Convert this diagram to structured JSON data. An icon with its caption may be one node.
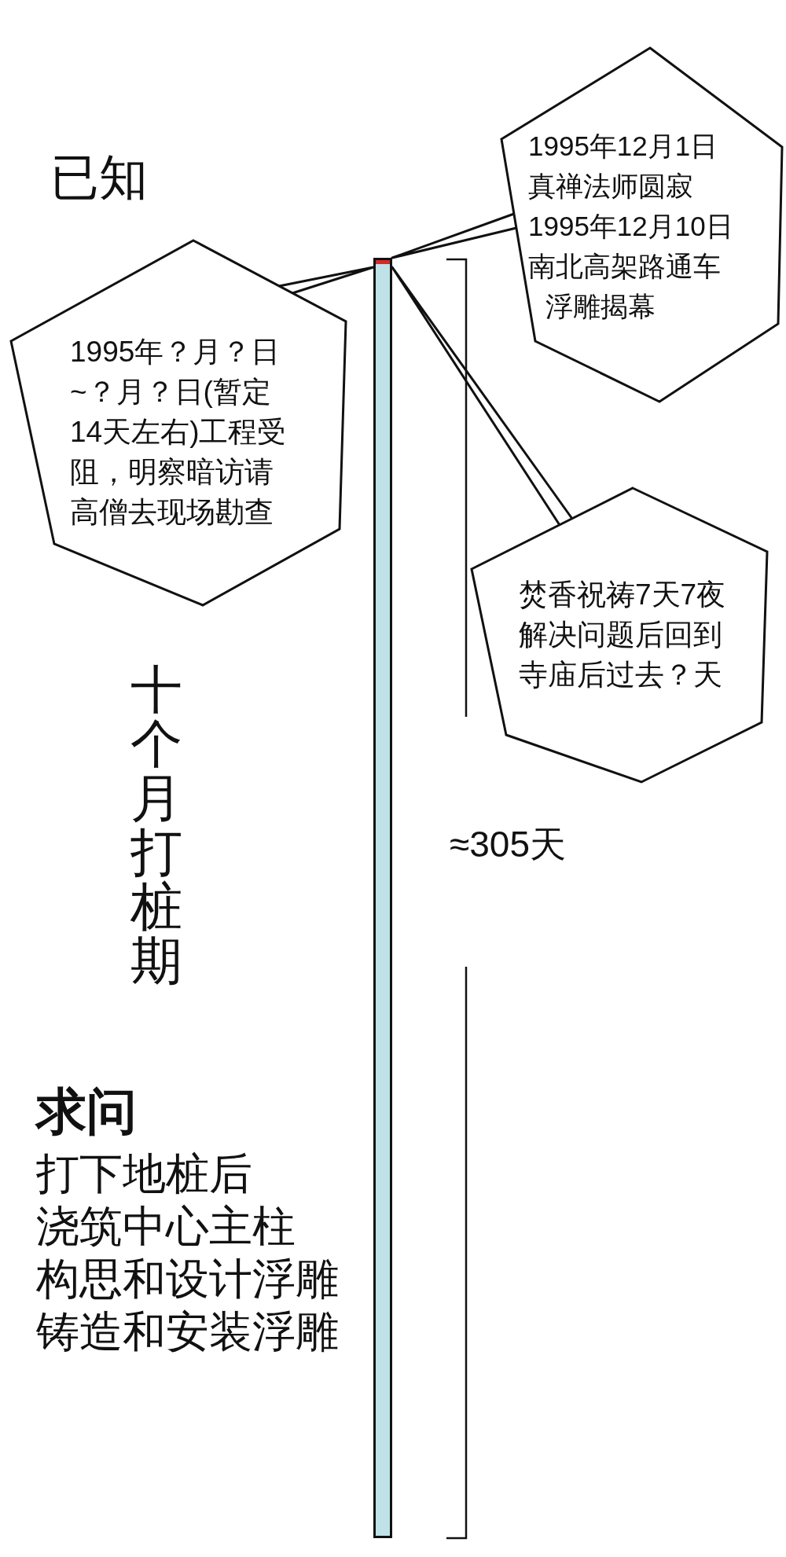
{
  "diagram": {
    "nodes": [
      {
        "text": [
          "1995年12月1日",
          "真禅法师圆寂",
          "1995年12月10日",
          "南北高架路通车",
          "浮雕揭幕"
        ]
      },
      {
        "text": [
          "1995年？月？日~？月？日(暂定14天左右)工程受阻，明察暗访请高僧去现场勘查"
        ]
      },
      {
        "text": [],
        "shape": "bar"
      },
      {
        "text": [
          "焚香祝祷7天7夜解决问题后回到寺庙后过去？天"
        ]
      }
    ],
    "edges": [
      {
        "from": 0,
        "to": 2,
        "arrow": "none"
      },
      {
        "from": 1,
        "to": 2,
        "arrow": "none"
      },
      {
        "from": 3,
        "to": 2,
        "arrow": "none"
      }
    ],
    "labels": [
      "已知",
      "十个月打桩期",
      "≈305天",
      "求问",
      "打下地桩后",
      "浇筑中心主柱",
      "构思和设计浮雕",
      "铸造和安装浮雕"
    ]
  }
}
